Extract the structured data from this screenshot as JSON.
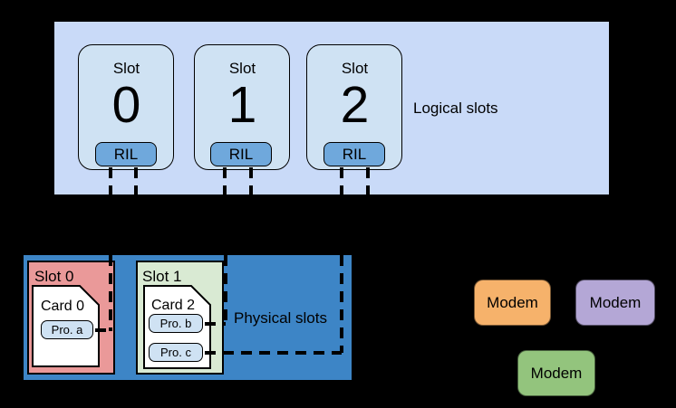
{
  "logical_section": {
    "label": "Logical slots",
    "slots": [
      {
        "title": "Slot",
        "number": "0",
        "ril": "RIL"
      },
      {
        "title": "Slot",
        "number": "1",
        "ril": "RIL"
      },
      {
        "title": "Slot",
        "number": "2",
        "ril": "RIL"
      }
    ]
  },
  "physical_section": {
    "label": "Physical slots",
    "slots": [
      {
        "label": "Slot 0",
        "card": "Card 0",
        "profiles": [
          "Pro. a"
        ]
      },
      {
        "label": "Slot 1",
        "card": "Card 2",
        "profiles": [
          "Pro. b",
          "Pro. c"
        ]
      }
    ]
  },
  "modems": [
    {
      "label": "Modem",
      "color": "#f6b26b"
    },
    {
      "label": "Modem",
      "color": "#b4a7d6"
    },
    {
      "label": "Modem",
      "color": "#93c47d"
    }
  ],
  "colors": {
    "background": "#000000",
    "logical_panel": "#c9daf8",
    "logical_slot_card": "#cfe2f3",
    "ril_badge": "#6fa8dc",
    "physical_panel": "#3d85c6",
    "physical_slot_0": "#ea9999",
    "physical_slot_1": "#d9ead3",
    "sim_card": "#ffffff",
    "profile_chip": "#cfe2f3",
    "connector": "#000000"
  }
}
